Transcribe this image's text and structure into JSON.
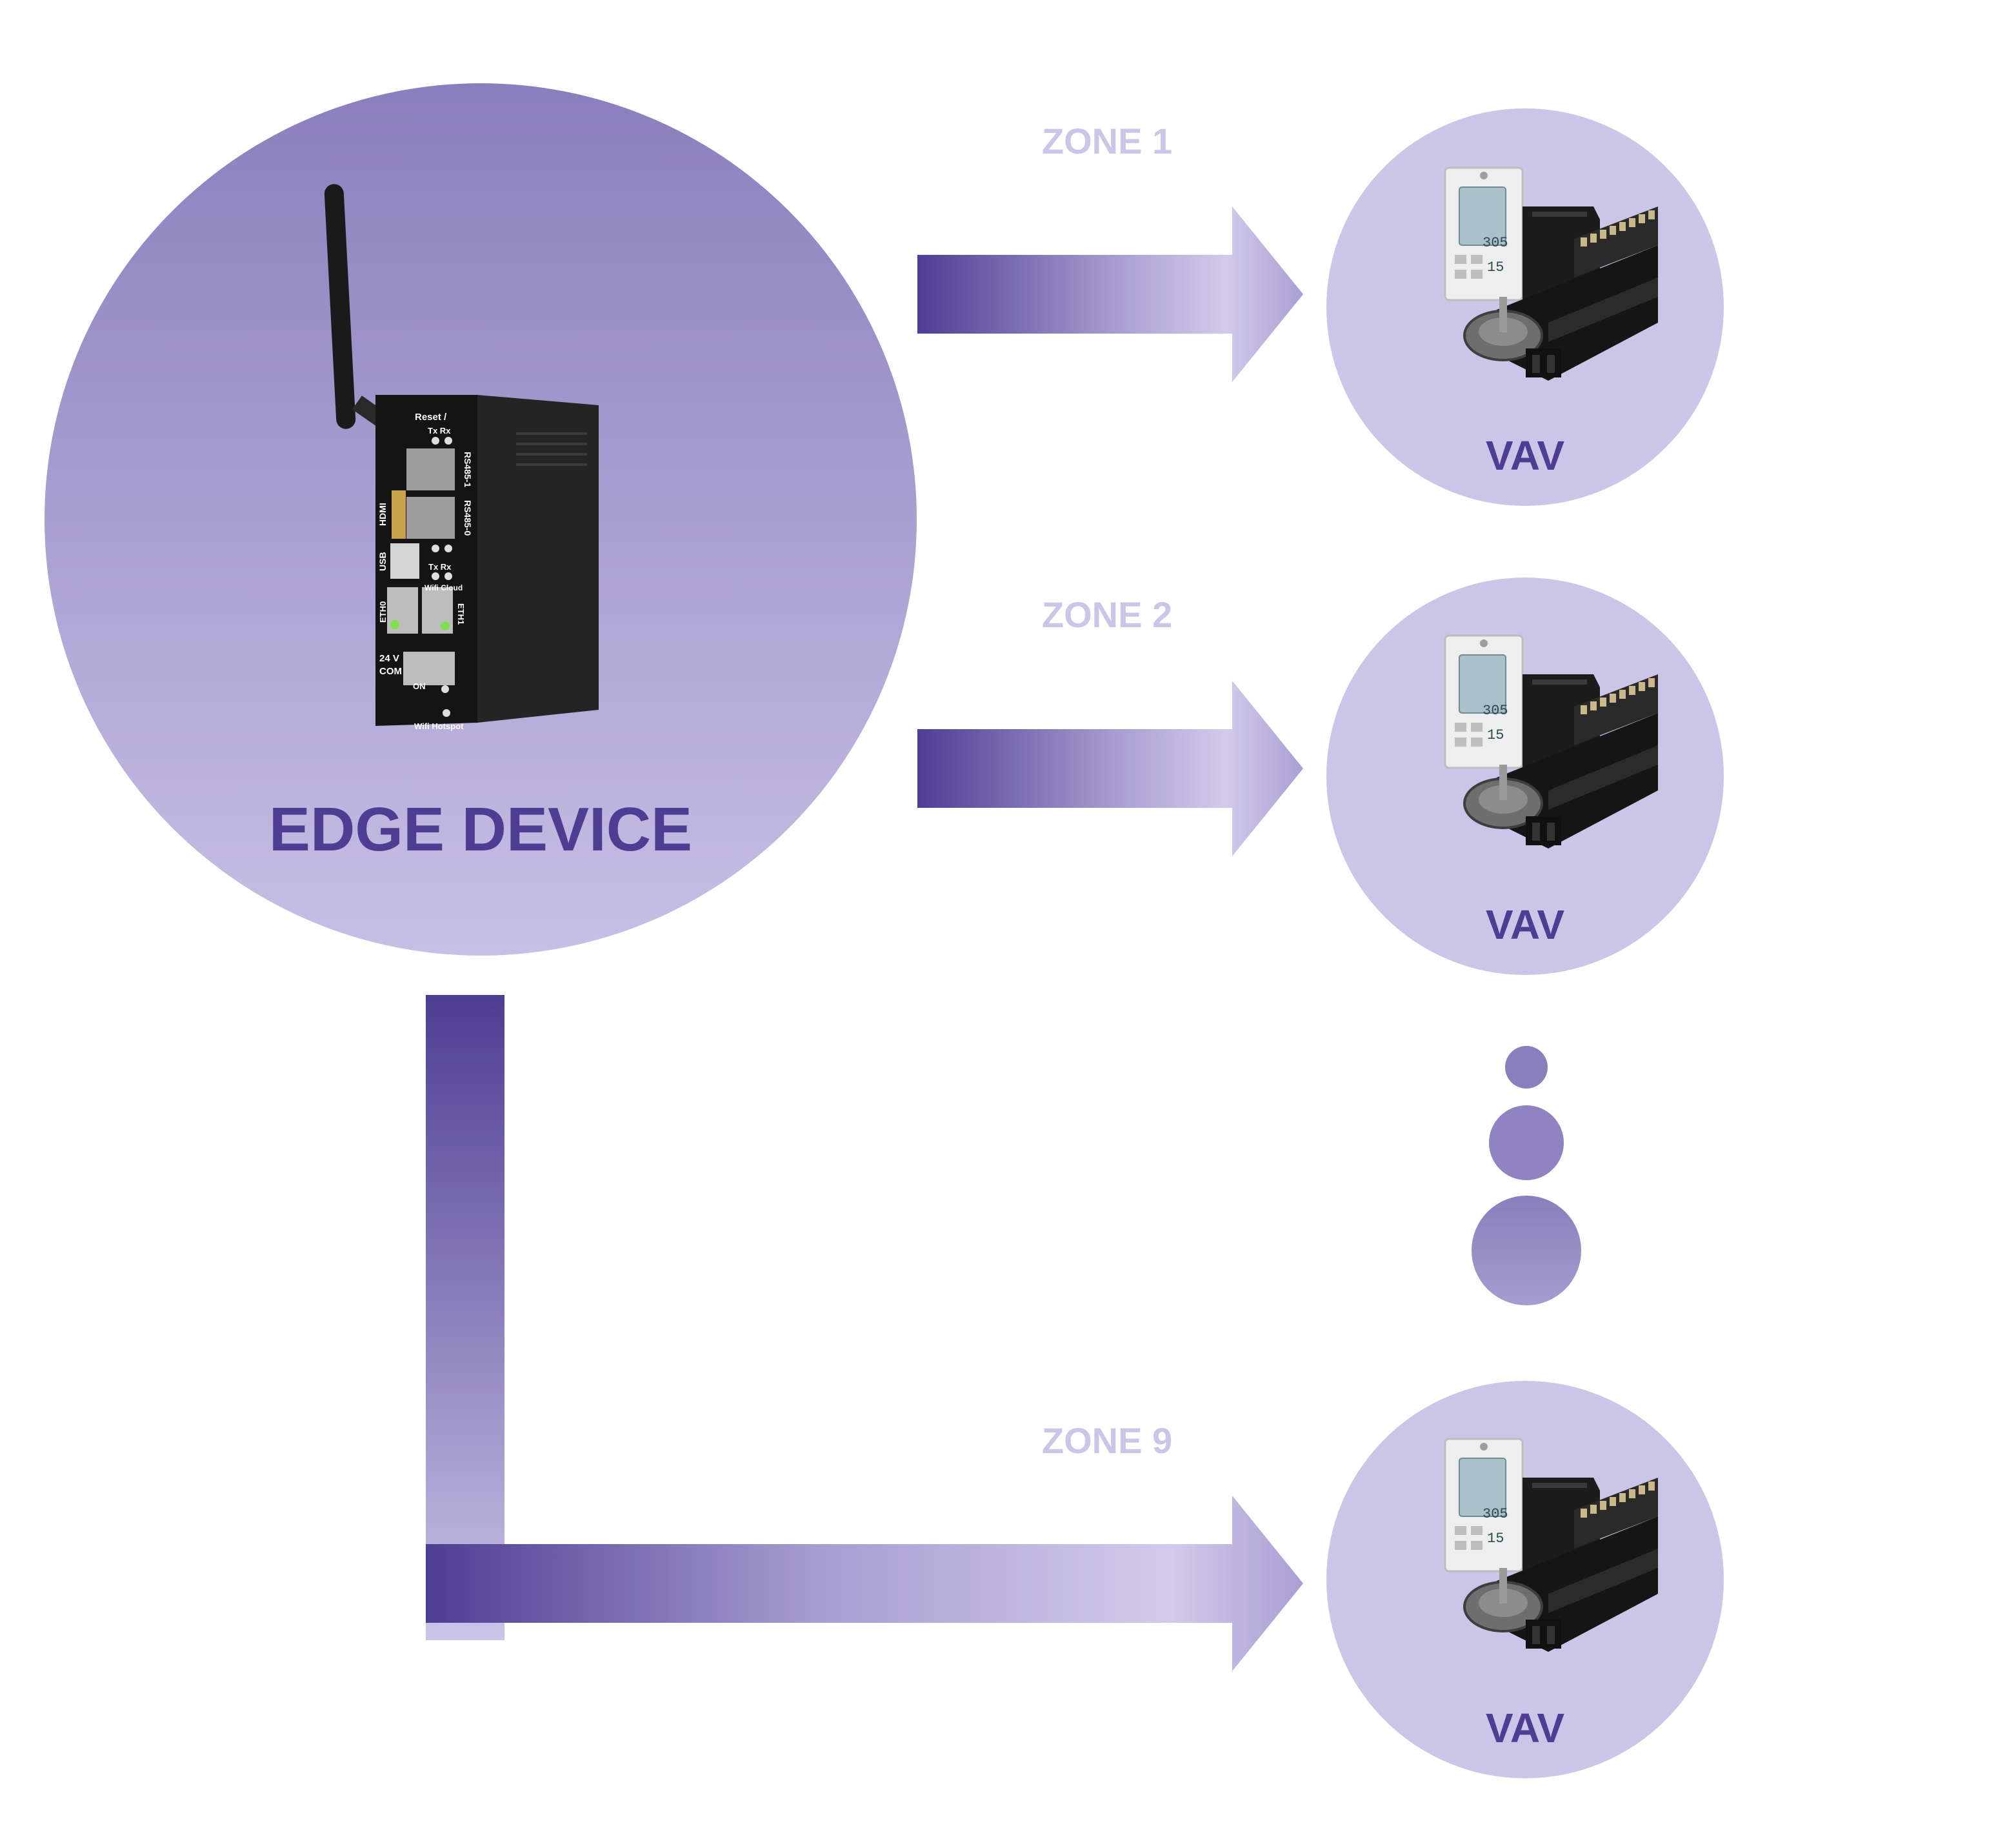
{
  "edge": {
    "title": "EDGE DEVICE",
    "panel_labels": {
      "reset": "Reset /",
      "txrx_top": "Tx Rx",
      "rs485_1": "RS485-1",
      "hdmi": "HDMI",
      "rs485_0": "RS485-0",
      "usb": "USB",
      "txrx_mid": "Tx Rx",
      "wifi_cloud": "Wifi Cloud",
      "eth0": "ETH0",
      "eth1": "ETH1",
      "v24": "24 V",
      "com": "COM",
      "on": "ON",
      "wifi_hotspot": "Wifi Hotspot"
    }
  },
  "zones": [
    {
      "zone_label": "ZONE 1",
      "device_label": "VAV",
      "display_top": "305",
      "display_bottom": "15"
    },
    {
      "zone_label": "ZONE 2",
      "device_label": "VAV",
      "display_top": "305",
      "display_bottom": "15"
    },
    {
      "zone_label": "ZONE 9",
      "device_label": "VAV",
      "display_top": "305",
      "display_bottom": "15"
    }
  ],
  "colors": {
    "edge_circle_top": "#8a7fbd",
    "edge_circle_bottom": "#c7c0e5",
    "vav_circle": "#cbc5e8",
    "dark_purple": "#4e3e93",
    "light_purple": "#d2cbeb",
    "zone_label": "#cbc5e8",
    "dot": "#8a7fbd"
  }
}
